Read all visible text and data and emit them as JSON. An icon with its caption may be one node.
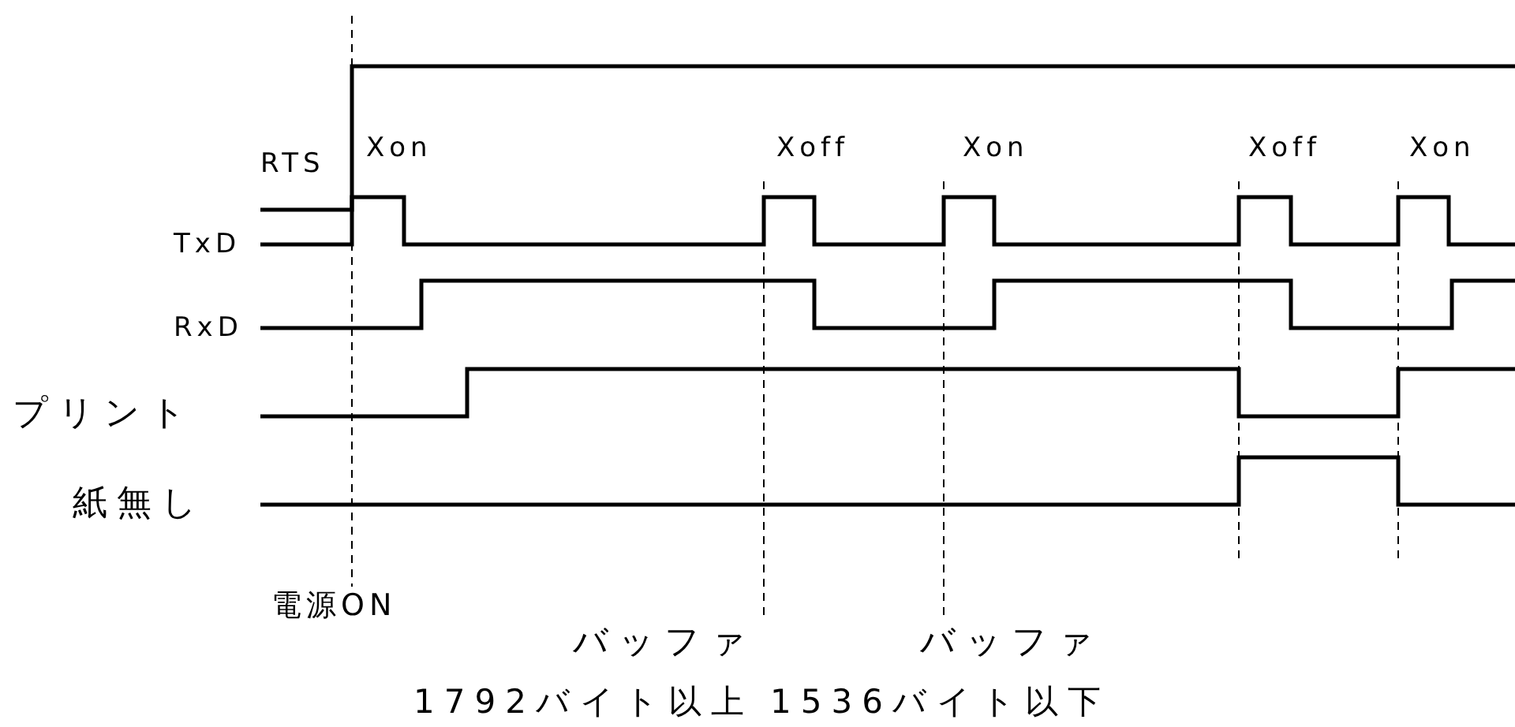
{
  "diagram": {
    "labels": [
      "RTS",
      "Xon",
      "Xoff",
      "Xon",
      "Xoff",
      "Xon",
      "TxD",
      "RxD",
      "プリント",
      "紙無し",
      "電源ON",
      "バッファ",
      "バッファ",
      "1792バイト以上",
      "1536バイト以下"
    ]
  }
}
